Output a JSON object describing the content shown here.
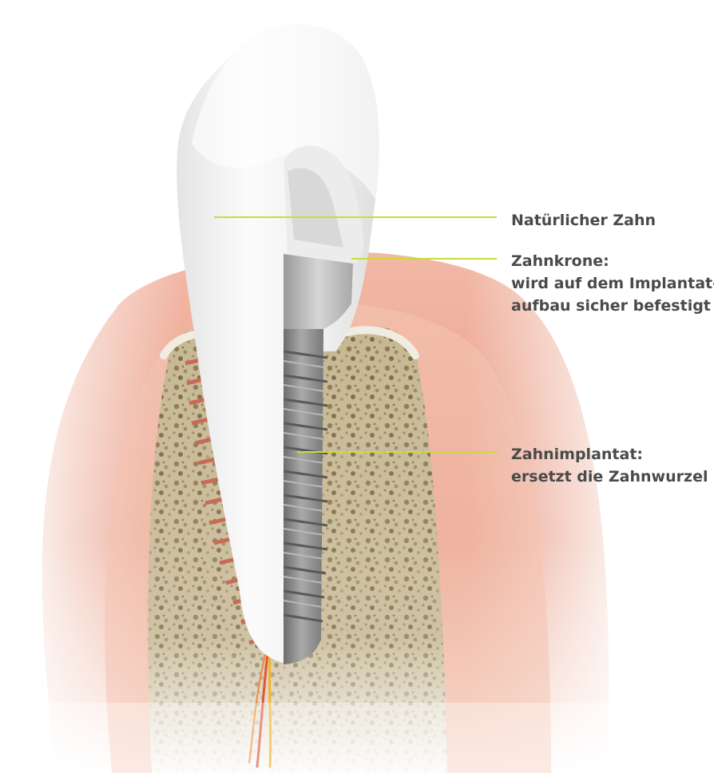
{
  "labels": {
    "natural_tooth": "Natürlicher Zahn",
    "crown": {
      "title": "Zahnkrone:",
      "line1": "wird auf dem Implantat-",
      "line2": "aufbau sicher befestigt"
    },
    "implant": {
      "title": "Zahnimplantat:",
      "line1": "ersetzt die Zahnwurzel"
    }
  },
  "colors": {
    "leader_line": "#c8dc3c",
    "label_text": "#4a4a4a",
    "gum": "#e8a08c",
    "bone": "#c9bc9a",
    "tooth": "#f2f2f2",
    "implant": "#8a8a8a",
    "nerve": "#f0a020"
  }
}
